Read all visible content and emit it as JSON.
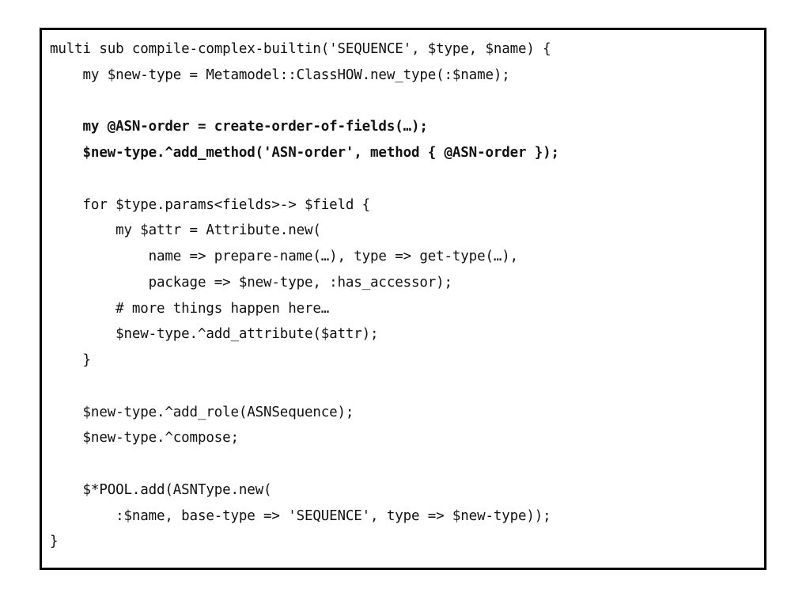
{
  "code": {
    "lines": [
      {
        "text": "multi sub compile-complex-builtin('SEQUENCE', $type, $name) {",
        "bold": false
      },
      {
        "text": "    my $new-type = Metamodel::ClassHOW.new_type(:$name);",
        "bold": false
      },
      {
        "text": "",
        "bold": false
      },
      {
        "text": "    my @ASN-order = create-order-of-fields(…);",
        "bold": true
      },
      {
        "text": "    $new-type.^add_method('ASN-order', method { @ASN-order });",
        "bold": true
      },
      {
        "text": "",
        "bold": false
      },
      {
        "text": "    for $type.params<fields>-> $field {",
        "bold": false
      },
      {
        "text": "        my $attr = Attribute.new(",
        "bold": false
      },
      {
        "text": "            name => prepare-name(…), type => get-type(…),",
        "bold": false
      },
      {
        "text": "            package => $new-type, :has_accessor);",
        "bold": false
      },
      {
        "text": "        # more things happen here…",
        "bold": false
      },
      {
        "text": "        $new-type.^add_attribute($attr);",
        "bold": false
      },
      {
        "text": "    }",
        "bold": false
      },
      {
        "text": "",
        "bold": false
      },
      {
        "text": "    $new-type.^add_role(ASNSequence);",
        "bold": false
      },
      {
        "text": "    $new-type.^compose;",
        "bold": false
      },
      {
        "text": "",
        "bold": false
      },
      {
        "text": "    $*POOL.add(ASNType.new(",
        "bold": false
      },
      {
        "text": "        :$name, base-type => 'SEQUENCE', type => $new-type));",
        "bold": false
      },
      {
        "text": "}",
        "bold": false
      }
    ]
  }
}
